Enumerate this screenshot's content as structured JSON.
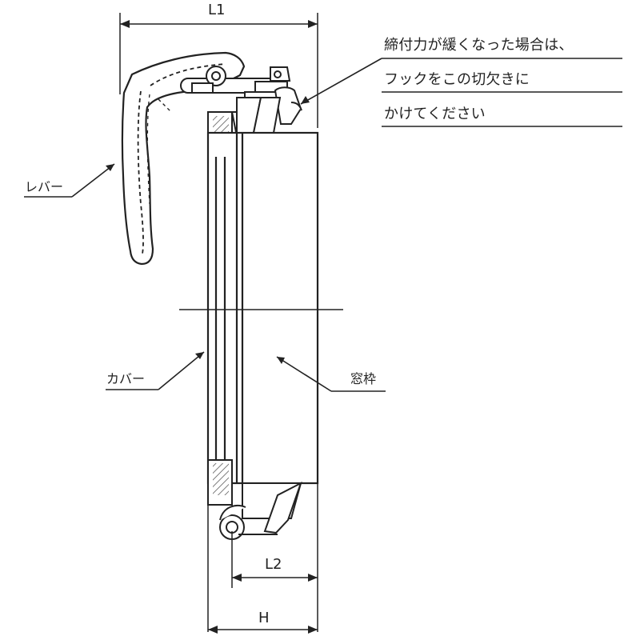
{
  "labels": {
    "l1": "L1",
    "l2": "L2",
    "h": "H",
    "lever": "レバー",
    "cover": "カバー",
    "frame": "窓枠"
  },
  "note": {
    "line1": "締付力が緩くなった場合は、",
    "line2": "フックをこの切欠きに",
    "line3": "かけてください"
  },
  "colors": {
    "line": "#222222",
    "hatch": "#444444",
    "background": "#ffffff"
  }
}
